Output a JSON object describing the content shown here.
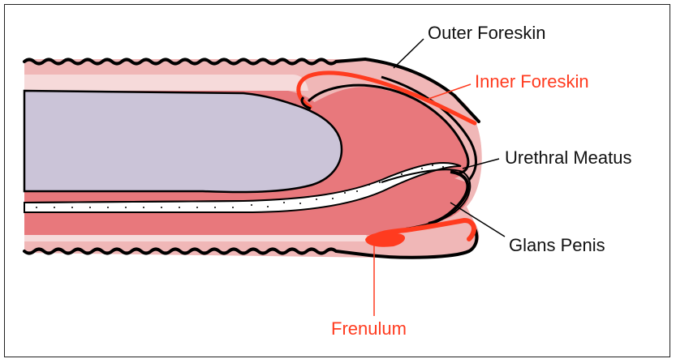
{
  "labels": {
    "outer_foreskin": "Outer Foreskin",
    "inner_foreskin": "Inner Foreskin",
    "urethral_meatus": "Urethral Meatus",
    "glans_penis": "Glans Penis",
    "frenulum": "Frenulum"
  },
  "colors": {
    "skin_outer": "#f0b7b7",
    "skin_inner": "#e8787c",
    "shaft_core": "#cbc4d8",
    "urethra": "#ffffff",
    "highlight": "#ff3b1f",
    "outline": "#000000",
    "label_black": "#111111",
    "label_red": "#ff3b1f"
  }
}
